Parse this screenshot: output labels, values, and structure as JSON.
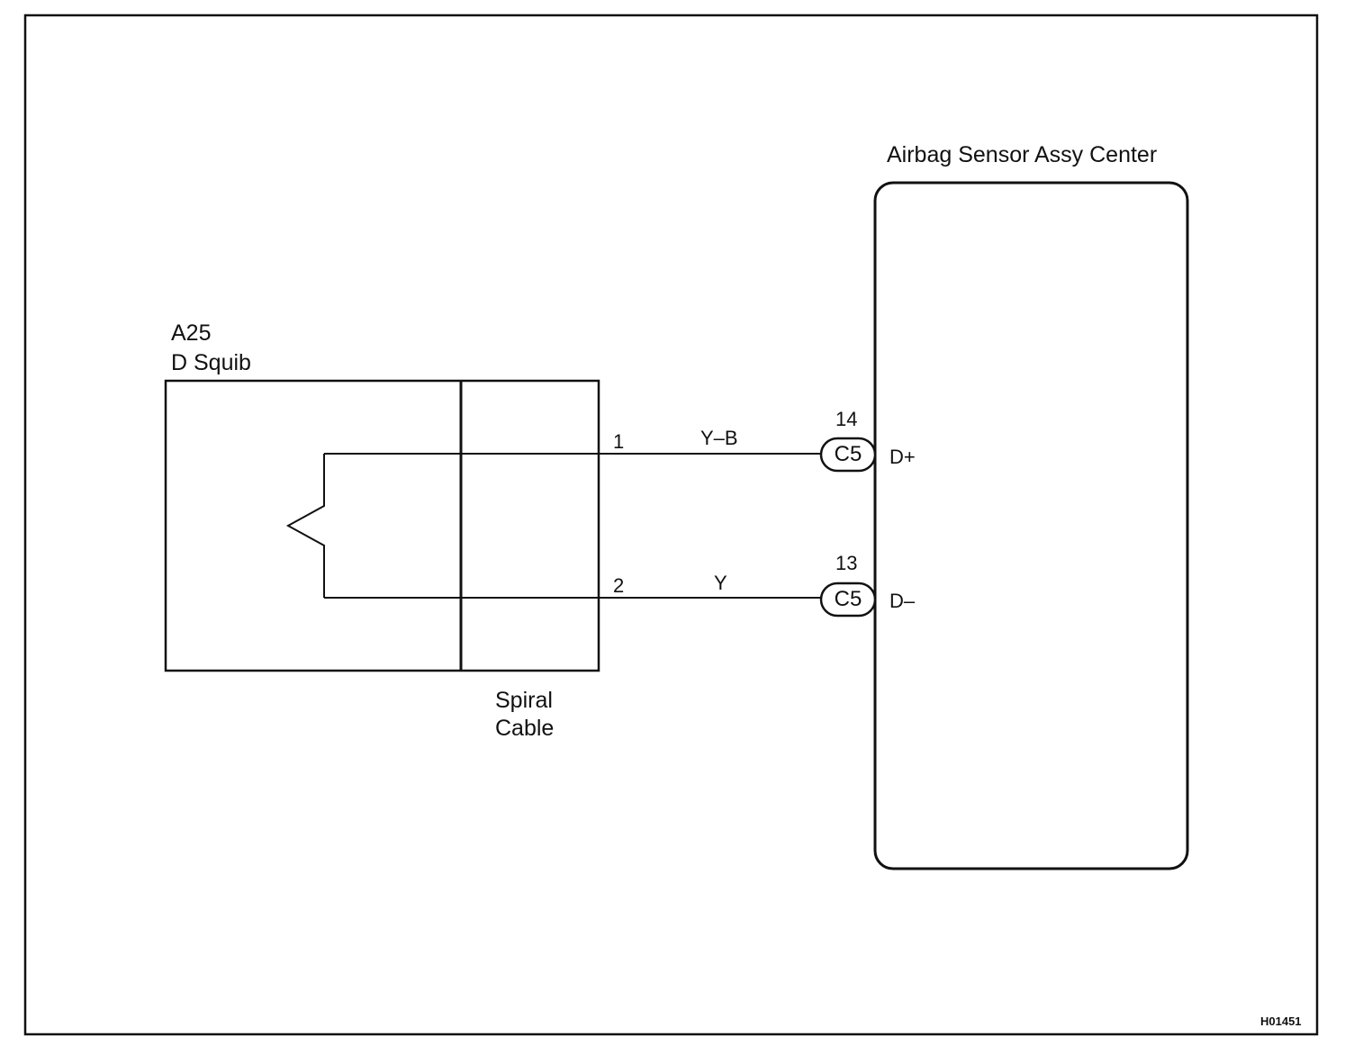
{
  "squib": {
    "code": "A25",
    "name": "D Squib"
  },
  "spiral_cable": {
    "line1": "Spiral",
    "line2": "Cable"
  },
  "ecu": {
    "name": "Airbag Sensor Assy Center"
  },
  "wires": [
    {
      "pin": "1",
      "color": "Y–B",
      "terminal": "14",
      "connector": "C5",
      "signal": "D+"
    },
    {
      "pin": "2",
      "color": "Y",
      "terminal": "13",
      "connector": "C5",
      "signal": "D–"
    }
  ],
  "figure_code": "H01451"
}
